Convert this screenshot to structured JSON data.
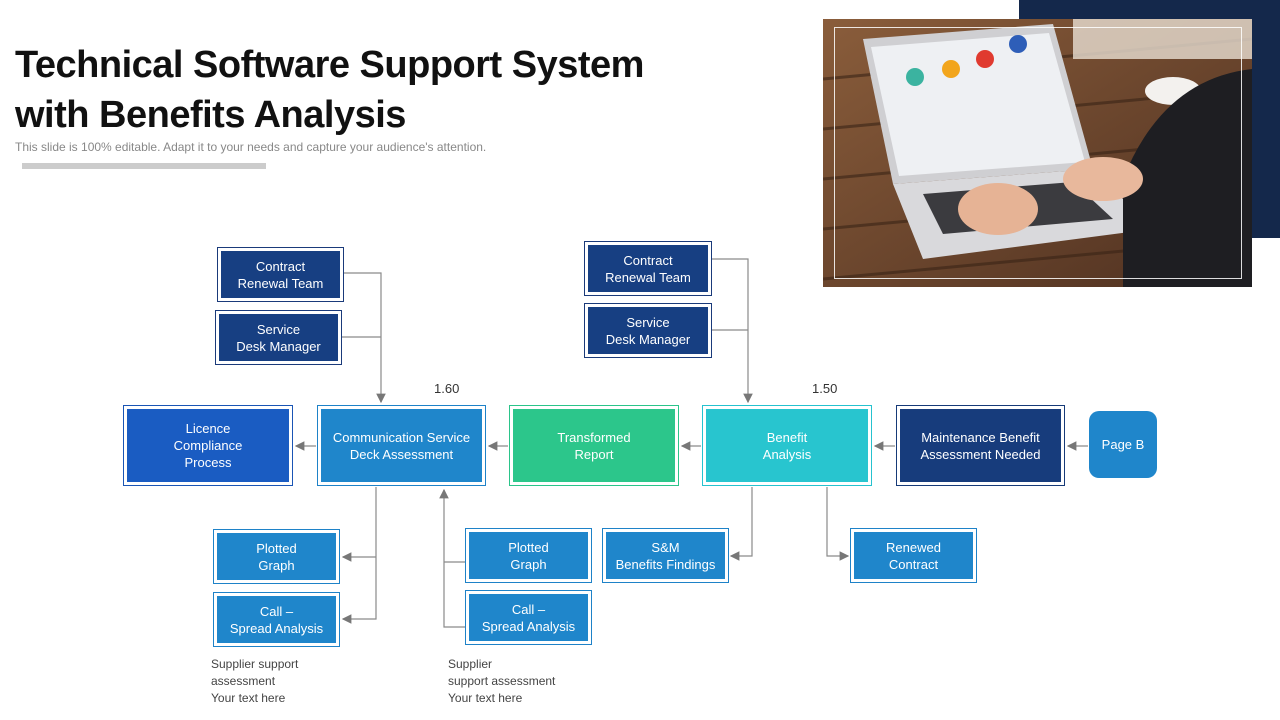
{
  "header": {
    "title_line1": "Technical Software Support System",
    "title_line2": "with Benefits Analysis",
    "subtitle": "This slide is 100% editable. Adapt it to your needs and capture your audience's attention."
  },
  "photo": {
    "description": "person typing on laptop at wooden table with coffee cup"
  },
  "diagram": {
    "nodes": {
      "contract_renewal_left": "Contract\nRenewal Team",
      "service_desk_left": "Service\nDesk Manager",
      "licence": "Licence\nCompliance\nProcess",
      "communication": "Communication Service\nDeck Assessment",
      "transformed": "Transformed\nReport",
      "benefit": "Benefit\nAnalysis",
      "maintenance": "Maintenance Benefit\nAssessment Needed",
      "page_b": "Page B",
      "contract_renewal_right": "Contract\nRenewal Team",
      "service_desk_right": "Service\nDesk Manager",
      "plotted_graph_1": "Plotted\nGraph",
      "call_spread_1": "Call –\nSpread Analysis",
      "plotted_graph_2": "Plotted\nGraph",
      "call_spread_2": "Call –\nSpread Analysis",
      "sm_benefits": "S&M\nBenefits Findings",
      "renewed_contract": "Renewed\nContract"
    },
    "values": {
      "communication_value": "1.60",
      "benefit_value": "1.50"
    },
    "notes": {
      "note_left": "Supplier support\nassessment\nYour text here",
      "note_right": "Supplier\nsupport assessment\nYour text here"
    }
  }
}
